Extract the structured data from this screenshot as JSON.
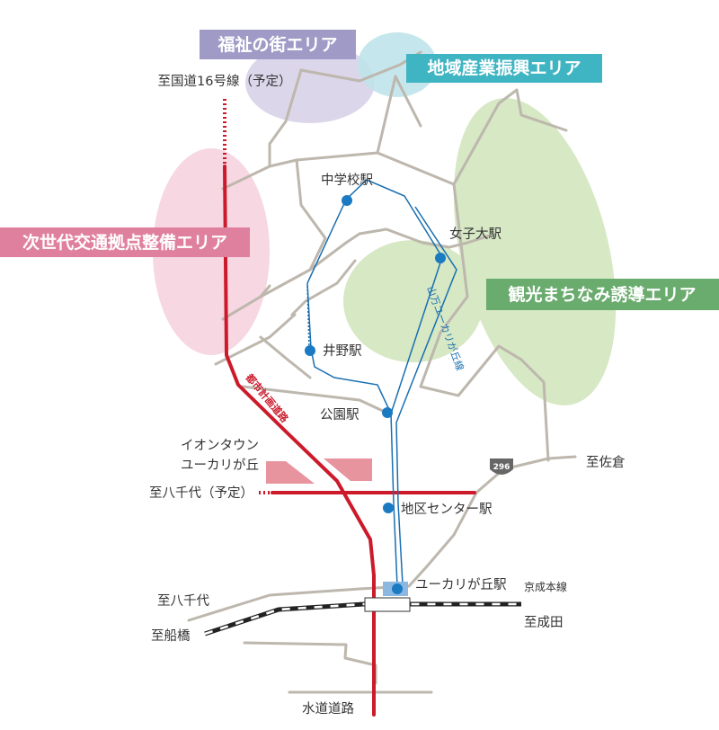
{
  "areas": {
    "welfare": "福祉の街エリア",
    "industry": "地域産業振興エリア",
    "hub": "次世代交通拠点整備エリア",
    "tourism": "観光まちなみ誘導エリア"
  },
  "destinations": {
    "route16": "至国道16号線（予定）",
    "sakura": "至佐倉",
    "yachiyo_planned": "至八千代（予定）",
    "yachiyo": "至八千代",
    "funabashi": "至船橋",
    "narita": "至成田",
    "water_road": "水道道路"
  },
  "stations": {
    "chugakko": "中学校駅",
    "joshidai": "女子大駅",
    "ino": "井野駅",
    "koen": "公園駅",
    "chiku_center": "地区センター駅",
    "yukarigaoka": "ユーカリが丘駅"
  },
  "lines": {
    "yamaman": "山万ユーカリが丘線",
    "keisei": "京成本線",
    "city_road": "都市計画道路"
  },
  "landmarks": {
    "aeon_line1": "イオンタウン",
    "aeon_line2": "ユーカリが丘"
  },
  "route_shield": "296",
  "colors": {
    "welfare": "#9f9bc6",
    "industry": "#3fb4c2",
    "hub": "#e0809f",
    "tourism": "#6aab6e",
    "red_road": "#cc1a2b",
    "monorail": "#1a6fb0",
    "station": "#1a7ac2",
    "road": "#bdb7ad"
  }
}
